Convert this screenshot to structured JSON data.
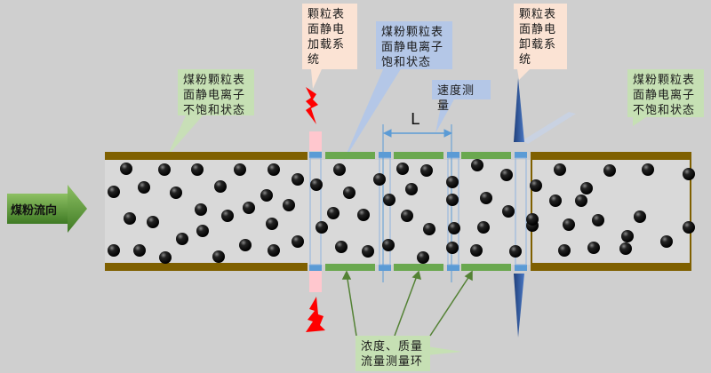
{
  "diagram": {
    "flow_direction_label": "煤粉流向",
    "callouts": {
      "unsaturated_left": "煤粉颗粒表\n面静电离子\n不饱和状态",
      "loading_system": "颗粒表\n面静电\n加载系\n统",
      "saturated": "煤粉颗粒表\n面静电离子\n饱和状态",
      "speed_measurement": "速度测量",
      "unloading_system": "颗粒表\n面静电\n卸载系\n统",
      "unsaturated_right": "煤粉颗粒表\n面静电离子\n不饱和状态",
      "concentration_ring": "浓度、质量\n流量测量环"
    },
    "distance_label": "L",
    "colors": {
      "background": "#cfcfcf",
      "pipe_wall": "#7f6000",
      "measuring_ring": "#70ad47",
      "electrode": "#5b9bd5",
      "lightning": "#ff0000",
      "unloading_cone": "#2f5597"
    }
  }
}
